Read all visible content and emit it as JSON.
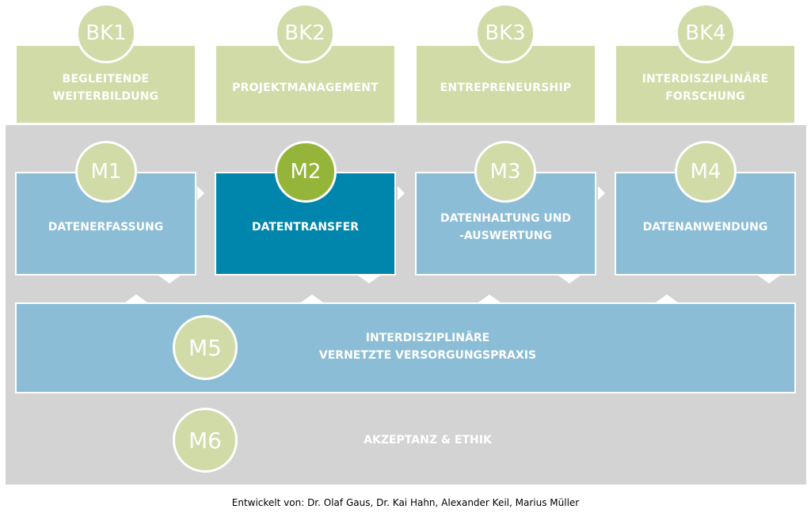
{
  "bk": [
    {
      "code": "BK1",
      "label_line1": "BEGLEITENDE",
      "label_line2": "WEITERBILDUNG"
    },
    {
      "code": "BK2",
      "label_line1": "PROJEKTMANAGEMENT",
      "label_line2": ""
    },
    {
      "code": "BK3",
      "label_line1": "ENTREPRENEURSHIP",
      "label_line2": ""
    },
    {
      "code": "BK4",
      "label_line1": "INTERDISZIPLINÄRE",
      "label_line2": "FORSCHUNG"
    }
  ],
  "modules": [
    {
      "code": "M1",
      "label_line1": "DATENERFASSUNG",
      "label_line2": ""
    },
    {
      "code": "M2",
      "label_line1": "DATENTRANSFER",
      "label_line2": "",
      "active": true
    },
    {
      "code": "M3",
      "label_line1": "DATENHALTUNG UND",
      "label_line2": "-AUSWERTUNG"
    },
    {
      "code": "M4",
      "label_line1": "DATENANWENDUNG",
      "label_line2": ""
    }
  ],
  "m5": {
    "code": "M5",
    "label_line1": "INTERDISZIPLINÄRE",
    "label_line2": "VERNETZTE VERSORGUNGSPRAXIS"
  },
  "m6": {
    "code": "M6",
    "label": "AKZEPTANZ & ETHIK"
  },
  "credits": "Entwickelt von: Dr. Olaf Gaus, Dr. Kai Hahn, Alexander Keil, Marius Müller",
  "colors": {
    "bk_green": "#d0dba7",
    "module_blue": "#8bbdd6",
    "active_blue": "#0085ad",
    "active_green": "#95b43a",
    "panel_grey": "#d3d3d3"
  }
}
